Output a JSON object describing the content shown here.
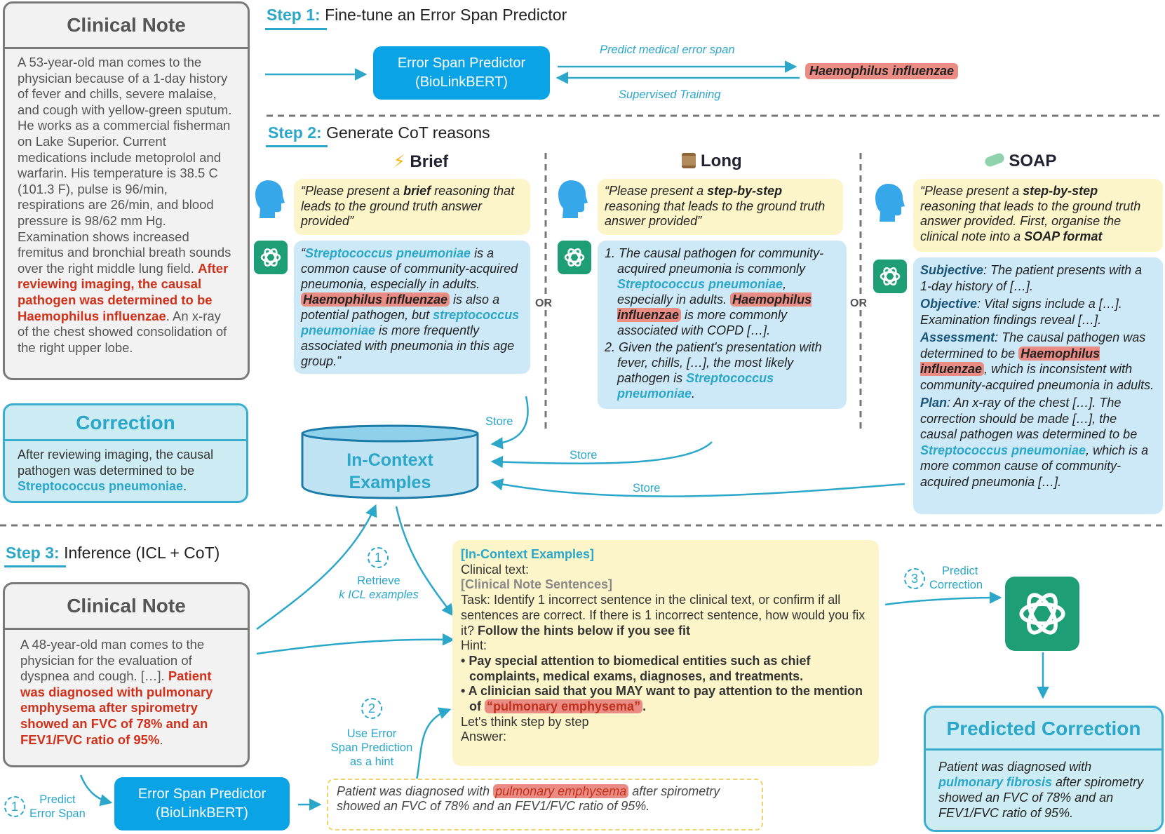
{
  "clinical_note_1": {
    "title": "Clinical Note",
    "text_plain": "A 53-year-old man comes to the physician because of a 1-day history of fever and chills, severe malaise, and cough with yellow-green sputum. He works as a commercial fisherman on Lake Superior. Current medications include metoprolol and warfarin. His temperature is 38.5 C (101.3 F), pulse is 96/min, respirations are 26/min, and blood pressure is 98/62 mm Hg. Examination shows increased fremitus and bronchial breath sounds over the right middle lung field.",
    "text_error": "After reviewing imaging, the causal pathogen was determined to be Haemophilus influenzae",
    "text_tail": ". An x-ray of the chest showed consolidation of the right upper lobe."
  },
  "correction": {
    "title": "Correction",
    "text_prefix": "After reviewing imaging, the causal pathogen was determined to be",
    "entity": "Streptococcus pneumoniae",
    "suffix": "."
  },
  "step1": {
    "label": "Step 1:",
    "title": "Fine-tune an Error Span Predictor",
    "predictor_line1": "Error Span Predictor",
    "predictor_line2": "(BioLinkBERT)",
    "predict_label": "Predict medical error span",
    "train_label": "Supervised Training",
    "span_output": "Haemophilus influenzae"
  },
  "step2": {
    "label": "Step 2:",
    "title": "Generate CoT reasons",
    "or_label": "OR",
    "store_label": "Store",
    "brief": {
      "icon": "lightning-icon",
      "title": "Brief",
      "prompt_pre": "“Please present a ",
      "prompt_bold": "brief",
      "prompt_post": " reasoning that leads to the ground truth answer provided”",
      "r_q": "“",
      "r_ent1": "Streptococcus pneumoniae",
      "r_t1": " is a common cause of community-acquired pneumonia, especially in adults. ",
      "r_err": "Haemophilus influenzae",
      "r_t2": " is also a potential pathogen, but ",
      "r_ent2": "streptococcus pneumoniae",
      "r_t3": " is more frequently associated with pneumonia in this age group.”"
    },
    "long": {
      "icon": "scroll-icon",
      "title": "Long",
      "prompt_pre": "“Please present a ",
      "prompt_bold": "step-by-step",
      "prompt_post": " reasoning that leads to the ground truth answer provided”",
      "i1_num": "1.",
      "i1_t1": "The causal pathogen for community-acquired pneumonia is commonly ",
      "i1_ent": "Streptococcus pneumoniae",
      "i1_t2": ", especially in adults. ",
      "i1_err": "Haemophilus influenzae",
      "i1_t3": " is more commonly associated with COPD […].",
      "i2_num": "2.",
      "i2_t1": "Given the patient's presentation with fever, chills, […], the most likely pathogen is ",
      "i2_ent": "Streptococcus pneumoniae",
      "i2_t2": "."
    },
    "soap": {
      "icon": "pill-icon",
      "title": "SOAP",
      "prompt_pre": "“Please present a ",
      "prompt_bold": "step-by-step",
      "prompt_mid": " reasoning that leads to the ground truth answer provided. First, organise the clinical note into a ",
      "prompt_bold2": "SOAP format",
      "s_lab": "Subjective",
      "s_txt": ": The patient presents with a 1-day history of […].",
      "o_lab": "Objective",
      "o_txt": ": Vital signs include a […]. Examination findings reveal […].",
      "a_lab": "Assessment",
      "a_t1": ": The causal pathogen was determined to be ",
      "a_err": "Haemophilus influenzae",
      "a_t2": ", which is inconsistent with community-acquired pneumonia in adults.",
      "p_lab": "Plan",
      "p_t1": ": An x-ray of the chest […]. The correction should be made […], the causal pathogen was determined to be ",
      "p_ent": "Streptococcus pneumoniae",
      "p_t2": ", which is a more common cause of community-acquired pneumonia […]."
    },
    "icl_line1": "In-Context",
    "icl_line2": "Examples"
  },
  "step3": {
    "label": "Step 3:",
    "title": "Inference (ICL + CoT)",
    "note_title": "Clinical Note",
    "note_plain": "A 48-year-old man comes to the physician for the evaluation of dyspnea and cough. […]. ",
    "note_error": "Patient was diagnosed with pulmonary emphysema after spirometry showed an FVC of 78% and an FEV1/FVC ratio of 95%",
    "note_tail": ".",
    "retrieve_num": "1",
    "retrieve_l1": "Retrieve",
    "retrieve_l2": "k ICL examples",
    "hint_num": "2",
    "hint_l1": "Use Error",
    "hint_l2": "Span Prediction",
    "hint_l3": "as a hint",
    "predict_num": "3",
    "predict_l1": "Predict",
    "predict_l2": "Correction",
    "span_num": "1",
    "span_l1": "Predict",
    "span_l2": "Error Span",
    "predictor_line1": "Error Span Predictor",
    "predictor_line2": "(BioLinkBERT)",
    "span_pre": "Patient was diagnosed with ",
    "span_hl": "pulmonary emphysema",
    "span_post": " after spirometry showed an FVC of 78% and an FEV1/FVC ratio of 95%.",
    "task": {
      "icl_tag": "[In-Context Examples]",
      "clinical_text": "Clinical text:",
      "sent_tag": "[Clinical Note Sentences]",
      "task_text": "Task: Identify 1 incorrect sentence in the clinical text, or confirm if all sentences are correct. If there is 1 incorrect sentence, how would you fix it? ",
      "task_bold": "Follow the hints below if you see fit",
      "hint": "Hint:",
      "b1": "Pay special attention to biomedical entities such as chief complaints, medical exams, diagnoses, and treatments.",
      "b2_pre": "A clinician said that you MAY want to pay attention to the mention of ",
      "b2_hl": "“pulmonary emphysema”",
      "b2_post": ".",
      "think": "Let's think step by step",
      "answer": "Answer:"
    },
    "pred_title": "Predicted Correction",
    "pred_pre": "Patient was diagnosed with ",
    "pred_ent": "pulmonary fibrosis",
    "pred_post": " after spirometry showed an FVC of 78% and an FEV1/FVC ratio of 95%."
  },
  "colors": {
    "accent": "#2aa7c9",
    "error_highlight": "#ea8c83",
    "prompt_bg": "#fbf5c9",
    "response_bg": "#cde9f7",
    "gpt_green": "#1d9e76",
    "predictor_blue": "#0aa3e6"
  }
}
